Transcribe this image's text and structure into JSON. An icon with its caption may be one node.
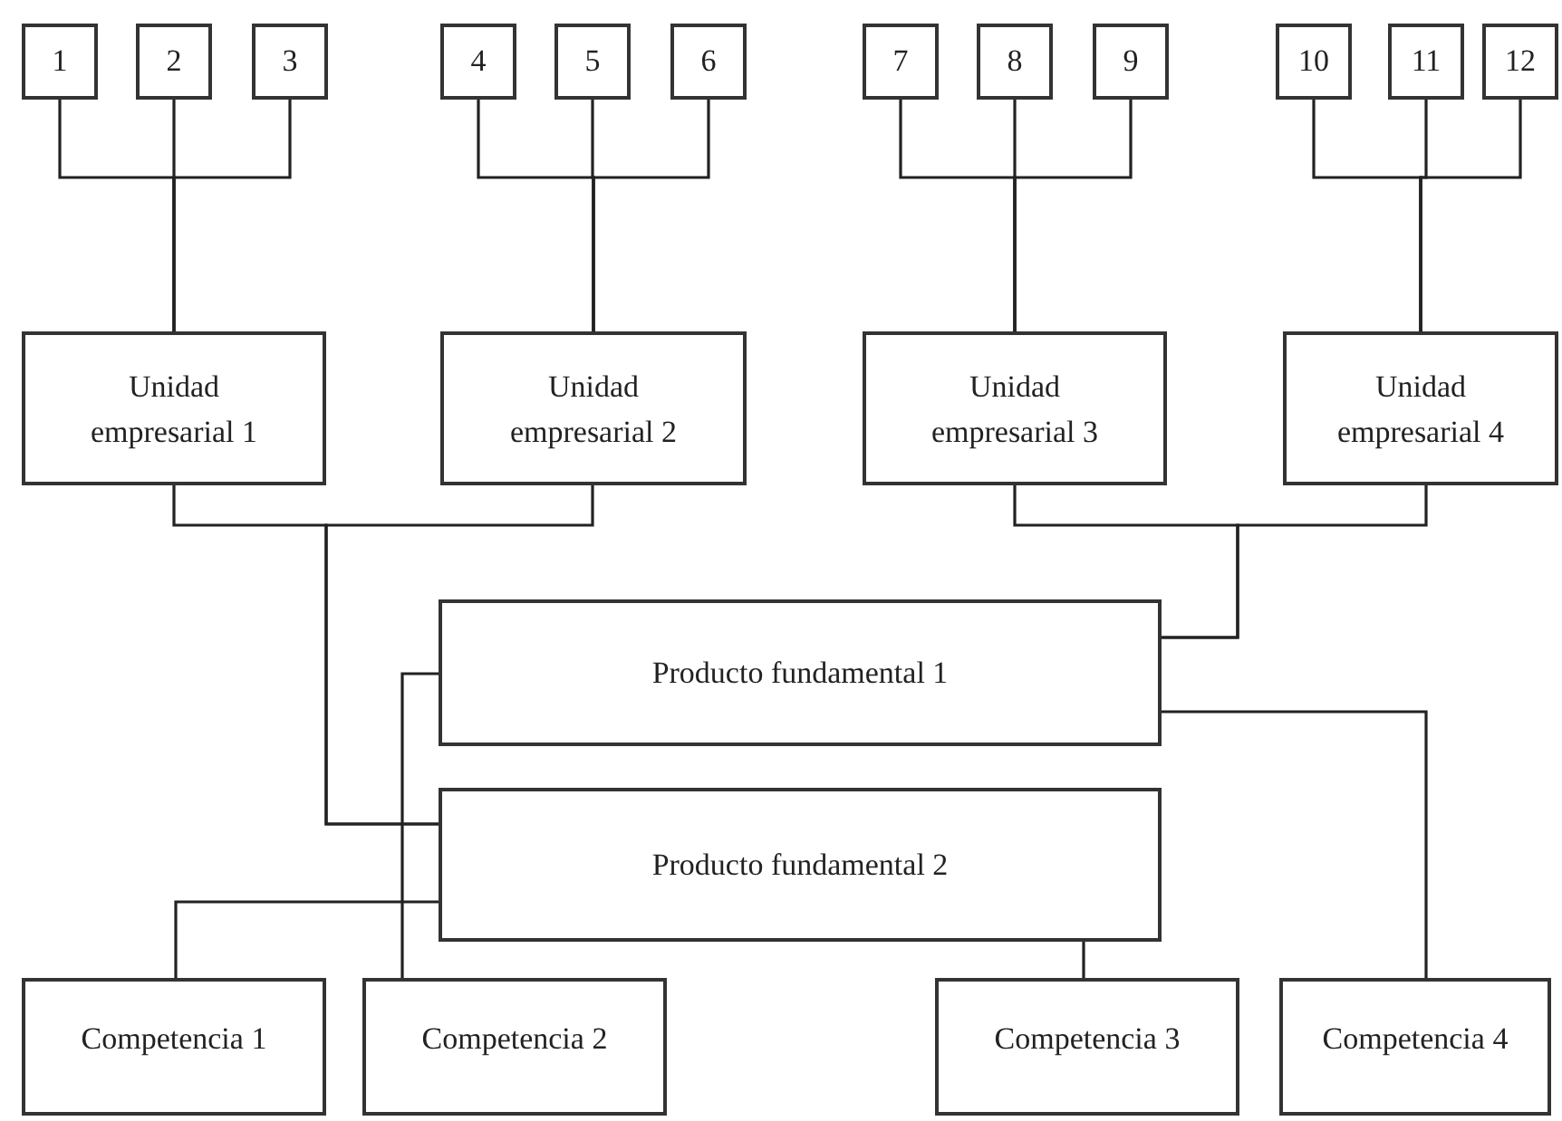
{
  "diagram": {
    "nodes": [
      {
        "text": [
          "1"
        ]
      },
      {
        "text": [
          "2"
        ]
      },
      {
        "text": [
          "3"
        ]
      },
      {
        "text": [
          "4"
        ]
      },
      {
        "text": [
          "5"
        ]
      },
      {
        "text": [
          "6"
        ]
      },
      {
        "text": [
          "7"
        ]
      },
      {
        "text": [
          "8"
        ]
      },
      {
        "text": [
          "9"
        ]
      },
      {
        "text": [
          "10"
        ]
      },
      {
        "text": [
          "11"
        ]
      },
      {
        "text": [
          "12"
        ]
      },
      {
        "text": [
          "Unidad empresarial 1"
        ]
      },
      {
        "text": [
          "Unidad empresarial 2"
        ]
      },
      {
        "text": [
          "Unidad empresarial 3"
        ]
      },
      {
        "text": [
          "Unidad empresarial 4"
        ]
      },
      {
        "text": [
          "Producto fundamental 1"
        ]
      },
      {
        "text": [
          "Producto fundamental 2"
        ]
      },
      {
        "text": [
          "Competencia 1"
        ]
      },
      {
        "text": [
          "Competencia 2"
        ]
      },
      {
        "text": [
          "Competencia 3"
        ]
      },
      {
        "text": [
          "Competencia 4"
        ]
      }
    ],
    "edges": [
      {
        "from": 0,
        "to": 12,
        "arrow": "none"
      },
      {
        "from": 1,
        "to": 12,
        "arrow": "none"
      },
      {
        "from": 2,
        "to": 12,
        "arrow": "none"
      },
      {
        "from": 3,
        "to": 13,
        "arrow": "none"
      },
      {
        "from": 4,
        "to": 13,
        "arrow": "none"
      },
      {
        "from": 5,
        "to": 13,
        "arrow": "none"
      },
      {
        "from": 6,
        "to": 14,
        "arrow": "none"
      },
      {
        "from": 7,
        "to": 14,
        "arrow": "none"
      },
      {
        "from": 8,
        "to": 14,
        "arrow": "none"
      },
      {
        "from": 9,
        "to": 15,
        "arrow": "none"
      },
      {
        "from": 10,
        "to": 15,
        "arrow": "none"
      },
      {
        "from": 11,
        "to": 15,
        "arrow": "none"
      },
      {
        "from": 12,
        "to": 17,
        "arrow": "none"
      },
      {
        "from": 13,
        "to": 17,
        "arrow": "none"
      },
      {
        "from": 14,
        "to": 16,
        "arrow": "none"
      },
      {
        "from": 15,
        "to": 16,
        "arrow": "none"
      },
      {
        "from": 16,
        "to": 19,
        "arrow": "none"
      },
      {
        "from": 16,
        "to": 21,
        "arrow": "none"
      },
      {
        "from": 17,
        "to": 18,
        "arrow": "none"
      },
      {
        "from": 17,
        "to": 20,
        "arrow": "none"
      }
    ]
  }
}
